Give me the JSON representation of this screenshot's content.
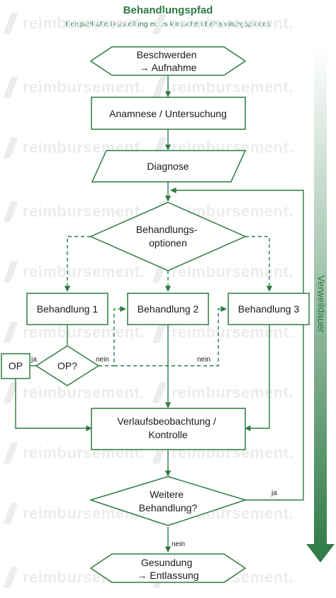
{
  "header": {
    "title": "Behandlungspfad",
    "subtitle": "Beispielhafte Darstellung eines klinischen Behandlungspfades"
  },
  "watermark": {
    "text": "reimbursement."
  },
  "colors": {
    "stroke": "#2e7a45",
    "text": "#1a1a1a",
    "arrow_top": "#ffffff",
    "arrow_bottom": "#2e7a45",
    "watermark": "#ececec"
  },
  "nodes": {
    "beschwerden": {
      "lines": [
        "Beschwerden",
        "→ Aufnahme"
      ]
    },
    "anamnese": {
      "lines": [
        "Anamnese / Untersuchung"
      ]
    },
    "diagnose": {
      "lines": [
        "Diagnose"
      ]
    },
    "behandlungsoptionen": {
      "lines": [
        "Behandlungs-",
        "optionen"
      ]
    },
    "behandlung1": {
      "lines": [
        "Behandlung 1"
      ]
    },
    "behandlung2": {
      "lines": [
        "Behandlung 2"
      ]
    },
    "behandlung3": {
      "lines": [
        "Behandlung 3"
      ]
    },
    "op_decision": {
      "lines": [
        "OP?"
      ]
    },
    "op": {
      "lines": [
        "OP"
      ]
    },
    "verlauf": {
      "lines": [
        "Verlaufsbeobachtung /",
        "Kontrolle"
      ]
    },
    "weitere": {
      "lines": [
        "Weitere",
        "Behandlung?"
      ]
    },
    "gesundung": {
      "lines": [
        "Gesundung",
        "→ Entlassung"
      ]
    }
  },
  "edge_labels": {
    "op_yes": "ja",
    "op_no_left": "nein",
    "op_no_right": "nein",
    "weitere_yes": "ja",
    "weitere_no": "nein"
  },
  "side_arrow": {
    "label": "Verweildauer"
  }
}
